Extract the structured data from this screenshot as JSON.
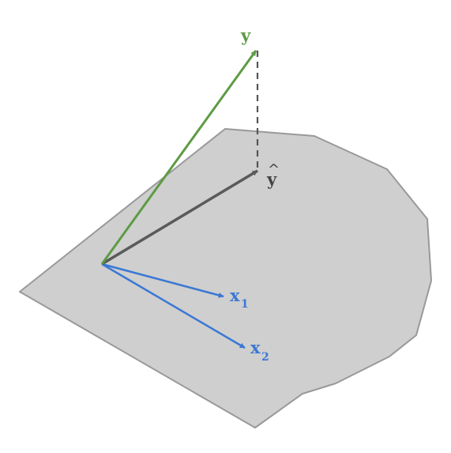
{
  "colors": {
    "plane_fill": "#cfcfcf",
    "plane_stroke": "#999999",
    "y_vector": "#5d9b45",
    "y_hat_vector": "#5a5a5a",
    "x_vectors": "#3b78d4",
    "projection_line": "#555555"
  },
  "labels": {
    "y": "y",
    "y_hat": "y",
    "y_hat_accent": "^",
    "x1": "x",
    "x1_sub": "1",
    "x2": "x",
    "x2_sub": "2"
  }
}
